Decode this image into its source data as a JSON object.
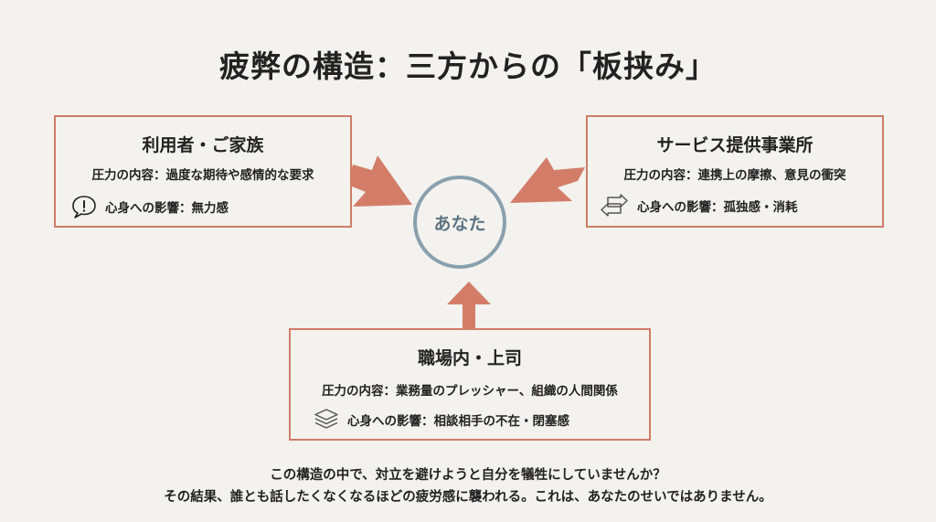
{
  "title": "疲弊の構造：三方からの「板挟み」",
  "center": {
    "label": "あなた"
  },
  "boxes": {
    "family": {
      "heading": "利用者・ご家族",
      "pressure": "圧力の内容：過度な期待や感情的な要求",
      "impact": "心身への影響：無力感",
      "icon": "speech-bubble-exclamation-icon"
    },
    "provider": {
      "heading": "サービス提供事業所",
      "pressure": "圧力の内容：連携上の摩擦、意見の衝突",
      "impact": "心身への影響：孤独感・消耗",
      "icon": "swap-arrows-icon"
    },
    "workplace": {
      "heading": "職場内・上司",
      "pressure": "圧力の内容：業務量のプレッシャー、組織の人間関係",
      "impact": "心身への影響：相談相手の不在・閉塞感",
      "icon": "layers-stack-icon"
    }
  },
  "footer": {
    "line1": "この構造の中で、対立を避けようと自分を犠牲にしていませんか？",
    "line2": "その結果、誰とも話したくなくなるほどの疲労感に襲われる。これは、あなたのせいではありません。"
  },
  "colors": {
    "background": "#f3f2ee",
    "box_border": "#cf7d68",
    "arrow": "#d37d68",
    "circle_border": "#8aa0ae",
    "circle_text": "#5e7483"
  }
}
